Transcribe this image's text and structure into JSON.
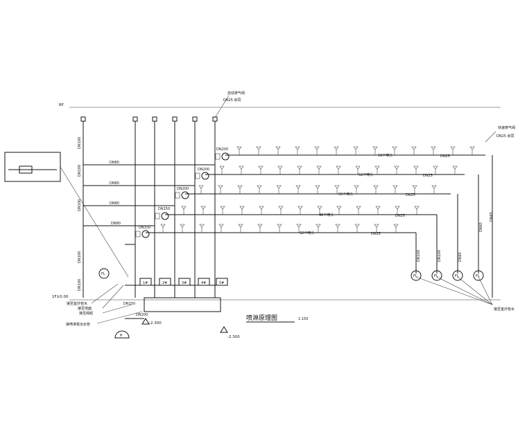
{
  "roof_label": "RF",
  "floor_label": "1F±0.00",
  "vent_top": {
    "title": "自动排气阀",
    "spec": "DN25 余同"
  },
  "vent_right": {
    "title": "快速排气阀",
    "spec": "DN25 余同"
  },
  "level_mid": "-2.300",
  "level_right": "-2.300",
  "pump_label": "P",
  "drawing_title": "喷淋原理图",
  "drawing_scale": "1:150",
  "riser_labels": [
    "DN100",
    "DN100",
    "DN100",
    "DN100",
    "DN100"
  ],
  "left_branch_labels": [
    "DN80",
    "DN80",
    "DN80",
    "DN80"
  ],
  "valve_group_labels": [
    "DN200",
    "DN200",
    "DN200",
    "DN150",
    "DN150"
  ],
  "sprinkler_counts": [
    "50个喷头",
    "52个喷头",
    "56个喷头",
    "48个喷头",
    "62个喷头"
  ],
  "dn25_labels": [
    "DN25",
    "DN25",
    "DN25",
    "DN25",
    "DN25"
  ],
  "dn_pipe_labels": [
    "DN150",
    "DN200"
  ],
  "fl_labels": [
    "FL",
    "FL",
    "FL",
    "FL",
    "FL"
  ],
  "dn_small_labels": [
    "DN100",
    "DN100",
    "DN65",
    "DN65",
    "DN65"
  ],
  "left_annotations": [
    "接至室外管水",
    "接至地面",
    "接至阀组",
    "接喷淋泵出水管"
  ],
  "right_annotation": "接至室外管水",
  "box_labels": [
    "1#",
    "2#",
    "3#",
    "4#",
    "5#"
  ]
}
